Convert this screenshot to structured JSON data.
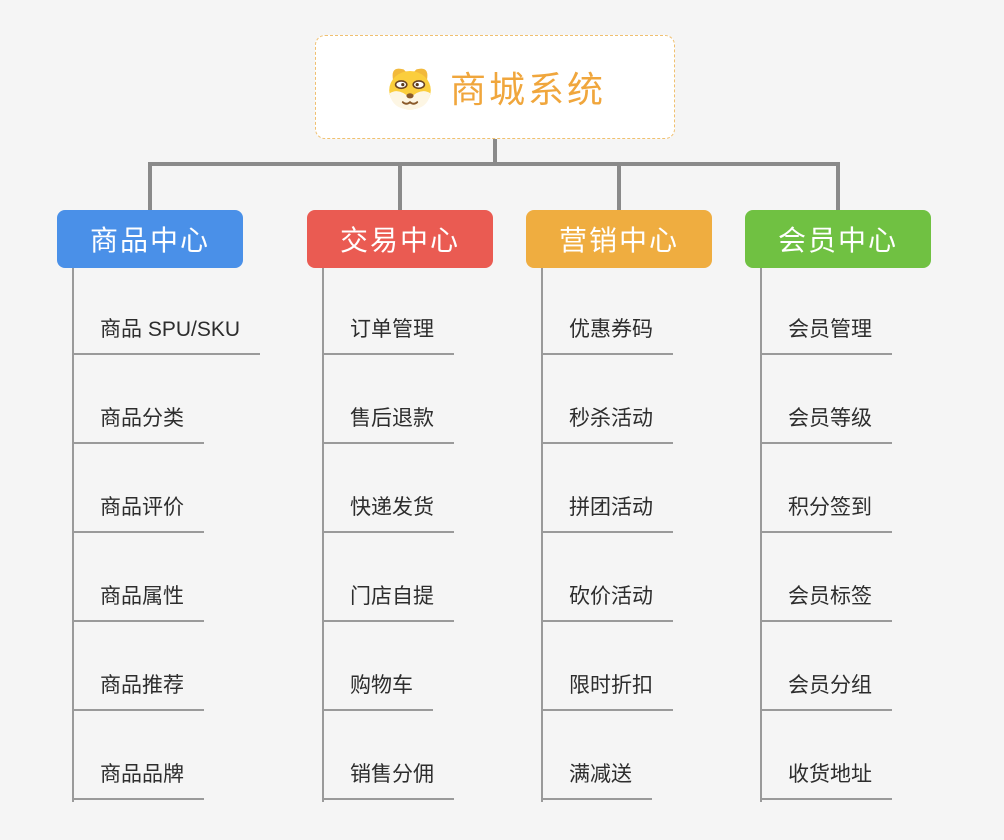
{
  "root": {
    "label": "商城系统",
    "icon": "dog-face-icon",
    "text_color": "#f0a63c",
    "border_color": "#f0c070",
    "background": "#ffffff"
  },
  "connector_color": "#8a8a8a",
  "background_color": "#f5f5f5",
  "branches": [
    {
      "label": "商品中心",
      "color": "#4a90e8",
      "items": [
        "商品 SPU/SKU",
        "商品分类",
        "商品评价",
        "商品属性",
        "商品推荐",
        "商品品牌"
      ]
    },
    {
      "label": "交易中心",
      "color": "#ea5b52",
      "items": [
        "订单管理",
        "售后退款",
        "快递发货",
        "门店自提",
        "购物车",
        "销售分佣"
      ]
    },
    {
      "label": "营销中心",
      "color": "#efad40",
      "items": [
        "优惠券码",
        "秒杀活动",
        "拼团活动",
        "砍价活动",
        "限时折扣",
        "满减送"
      ]
    },
    {
      "label": "会员中心",
      "color": "#70c142",
      "items": [
        "会员管理",
        "会员等级",
        "积分签到",
        "会员标签",
        "会员分组",
        "收货地址"
      ]
    }
  ]
}
